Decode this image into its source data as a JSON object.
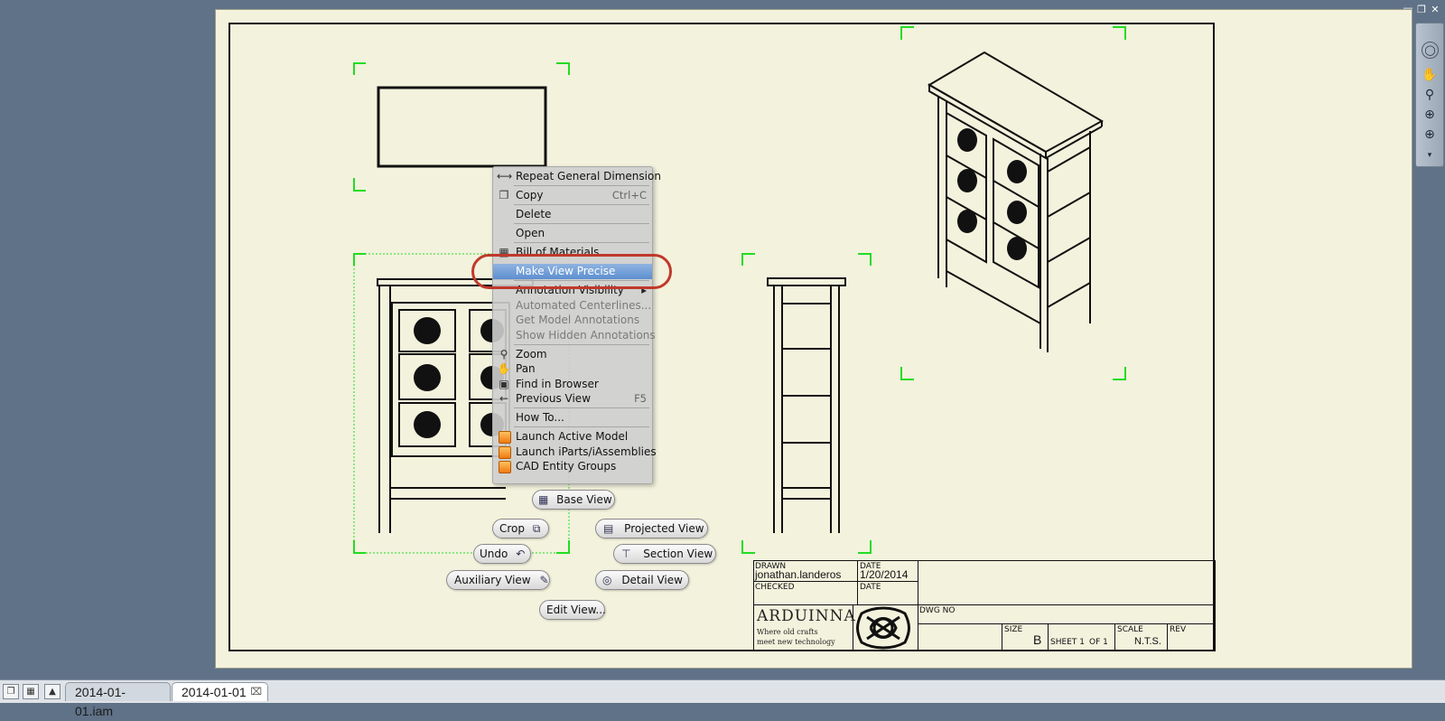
{
  "window": {
    "controls": [
      "minimize",
      "restore",
      "close"
    ]
  },
  "context_menu": {
    "items": [
      {
        "label": "Repeat General Dimension",
        "icon": "dimension-icon",
        "enabled": true
      },
      {
        "label": "Copy",
        "shortcut": "Ctrl+C",
        "icon": "copy-icon",
        "enabled": true
      },
      {
        "label": "Delete",
        "enabled": true
      },
      {
        "label": "Open",
        "enabled": true
      },
      {
        "label": "Bill of Materials...",
        "icon": "bom-icon",
        "enabled": true
      },
      {
        "label": "Make View Precise",
        "enabled": true,
        "highlighted": true
      },
      {
        "label": "Annotation Visibility",
        "submenu": true,
        "enabled": true
      },
      {
        "label": "Automated Centerlines...",
        "enabled": false
      },
      {
        "label": "Get Model Annotations",
        "enabled": false
      },
      {
        "label": "Show Hidden Annotations",
        "enabled": false
      },
      {
        "label": "Zoom",
        "icon": "zoom-icon",
        "enabled": true
      },
      {
        "label": "Pan",
        "icon": "pan-icon",
        "enabled": true
      },
      {
        "label": "Find in Browser",
        "icon": "find-icon",
        "enabled": true
      },
      {
        "label": "Previous View",
        "shortcut": "F5",
        "icon": "previous-view-icon",
        "enabled": true
      },
      {
        "label": "How To...",
        "enabled": true
      },
      {
        "label": "Launch Active Model",
        "icon": "launch-icon",
        "enabled": true
      },
      {
        "label": "Launch iParts/iAssemblies",
        "icon": "launch-icon",
        "enabled": true
      },
      {
        "label": "CAD Entity Groups",
        "icon": "launch-icon",
        "enabled": true
      }
    ],
    "submenu_arrow": "▸"
  },
  "marking_menu": {
    "base_view": "Base View",
    "crop": "Crop",
    "projected_view": "Projected View",
    "undo": "Undo",
    "section_view": "Section View",
    "auxiliary_view": "Auxiliary View",
    "detail_view": "Detail View",
    "edit_view": "Edit View..."
  },
  "title_block": {
    "drawn_label": "DRAWN",
    "drawn_by": "jonathan.landeros",
    "date_label": "DATE",
    "date": "1/20/2014",
    "checked_label": "CHECKED",
    "date2_label": "DATE",
    "company": "ARDUINNA",
    "tagline_1": "Where old crafts",
    "tagline_2": "meet new technology",
    "dwg_no_label": "DWG NO",
    "size_label": "SIZE",
    "size": "B",
    "sheet": "SHEET 1",
    "of": "OF 1",
    "scale_label": "SCALE",
    "scale": "N.T.S.",
    "rev_label": "REV"
  },
  "tabs": [
    {
      "label": "2014-01-01.iam",
      "active": false
    },
    {
      "label": "2014-01-01",
      "active": true
    }
  ],
  "colors": {
    "background": "#5f7287",
    "sheet": "#f3f2dd",
    "view_border": "#22dd22",
    "highlight_ring": "#c0392b",
    "menu_highlight": "#5d8fd0"
  }
}
